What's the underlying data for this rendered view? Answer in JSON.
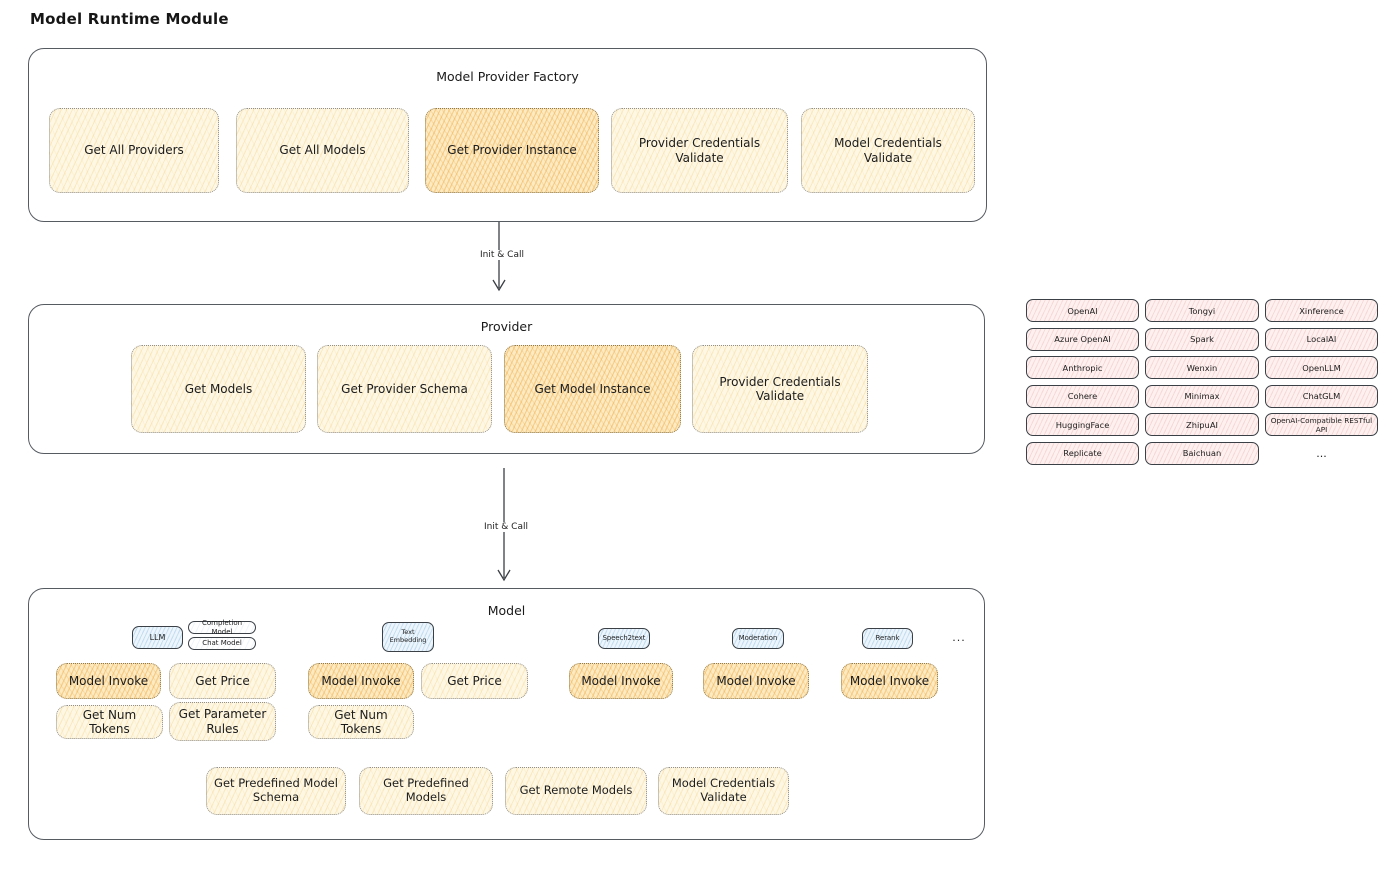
{
  "page_title": "Model Runtime Module",
  "colors": {
    "yellow_box": "#fdf7e4",
    "orange_box_highlight": "#fbeac2",
    "pink_provider_box": "#fdf1f0",
    "blue_tag": "#ecf5fb",
    "ink": "#1c1c1c"
  },
  "flows": {
    "factory_to_provider": "Init & Call",
    "provider_to_model": "Init & Call"
  },
  "factory": {
    "title": "Model Provider Factory",
    "items": [
      {
        "label": "Get All Providers",
        "variant": "yellow"
      },
      {
        "label": "Get All Models",
        "variant": "yellow"
      },
      {
        "label": "Get Provider Instance",
        "variant": "orange"
      },
      {
        "label": "Provider Credentials Validate",
        "variant": "yellow"
      },
      {
        "label": "Model Credentials Validate",
        "variant": "yellow"
      }
    ]
  },
  "provider": {
    "title": "Provider",
    "items": [
      {
        "label": "Get Models",
        "variant": "yellow"
      },
      {
        "label": "Get Provider Schema",
        "variant": "yellow"
      },
      {
        "label": "Get Model Instance",
        "variant": "orange"
      },
      {
        "label": "Provider Credentials Validate",
        "variant": "yellow"
      }
    ]
  },
  "providers_list": {
    "items": [
      "OpenAI",
      "Tongyi",
      "Xinference",
      "Azure OpenAI",
      "Spark",
      "LocalAI",
      "Anthropic",
      "Wenxin",
      "OpenLLM",
      "Cohere",
      "Minimax",
      "ChatGLM",
      "HuggingFace",
      "ZhipuAI",
      "OpenAI-Compatible RESTful API",
      "Replicate",
      "Baichuan",
      "..."
    ]
  },
  "model": {
    "title": "Model",
    "more_label": "...",
    "groups": [
      {
        "tag": "LLM",
        "subtags": [
          "Completion Model",
          "Chat Model"
        ],
        "ops": [
          {
            "label": "Model Invoke",
            "variant": "orange"
          },
          {
            "label": "Get Price",
            "variant": "yellow"
          },
          {
            "label": "Get Num Tokens",
            "variant": "yellow"
          },
          {
            "label": "Get Parameter Rules",
            "variant": "yellow"
          }
        ]
      },
      {
        "tag": "Text Embedding",
        "ops": [
          {
            "label": "Model Invoke",
            "variant": "orange"
          },
          {
            "label": "Get Price",
            "variant": "yellow"
          },
          {
            "label": "Get Num Tokens",
            "variant": "yellow"
          }
        ]
      },
      {
        "tag": "Speech2text",
        "ops": [
          {
            "label": "Model Invoke",
            "variant": "orange"
          }
        ]
      },
      {
        "tag": "Moderation",
        "ops": [
          {
            "label": "Model Invoke",
            "variant": "orange"
          }
        ]
      },
      {
        "tag": "Rerank",
        "ops": [
          {
            "label": "Model Invoke",
            "variant": "orange"
          }
        ]
      }
    ],
    "shared_ops": [
      "Get Predefined Model Schema",
      "Get Predefined Models",
      "Get Remote Models",
      "Model Credentials Validate"
    ]
  }
}
